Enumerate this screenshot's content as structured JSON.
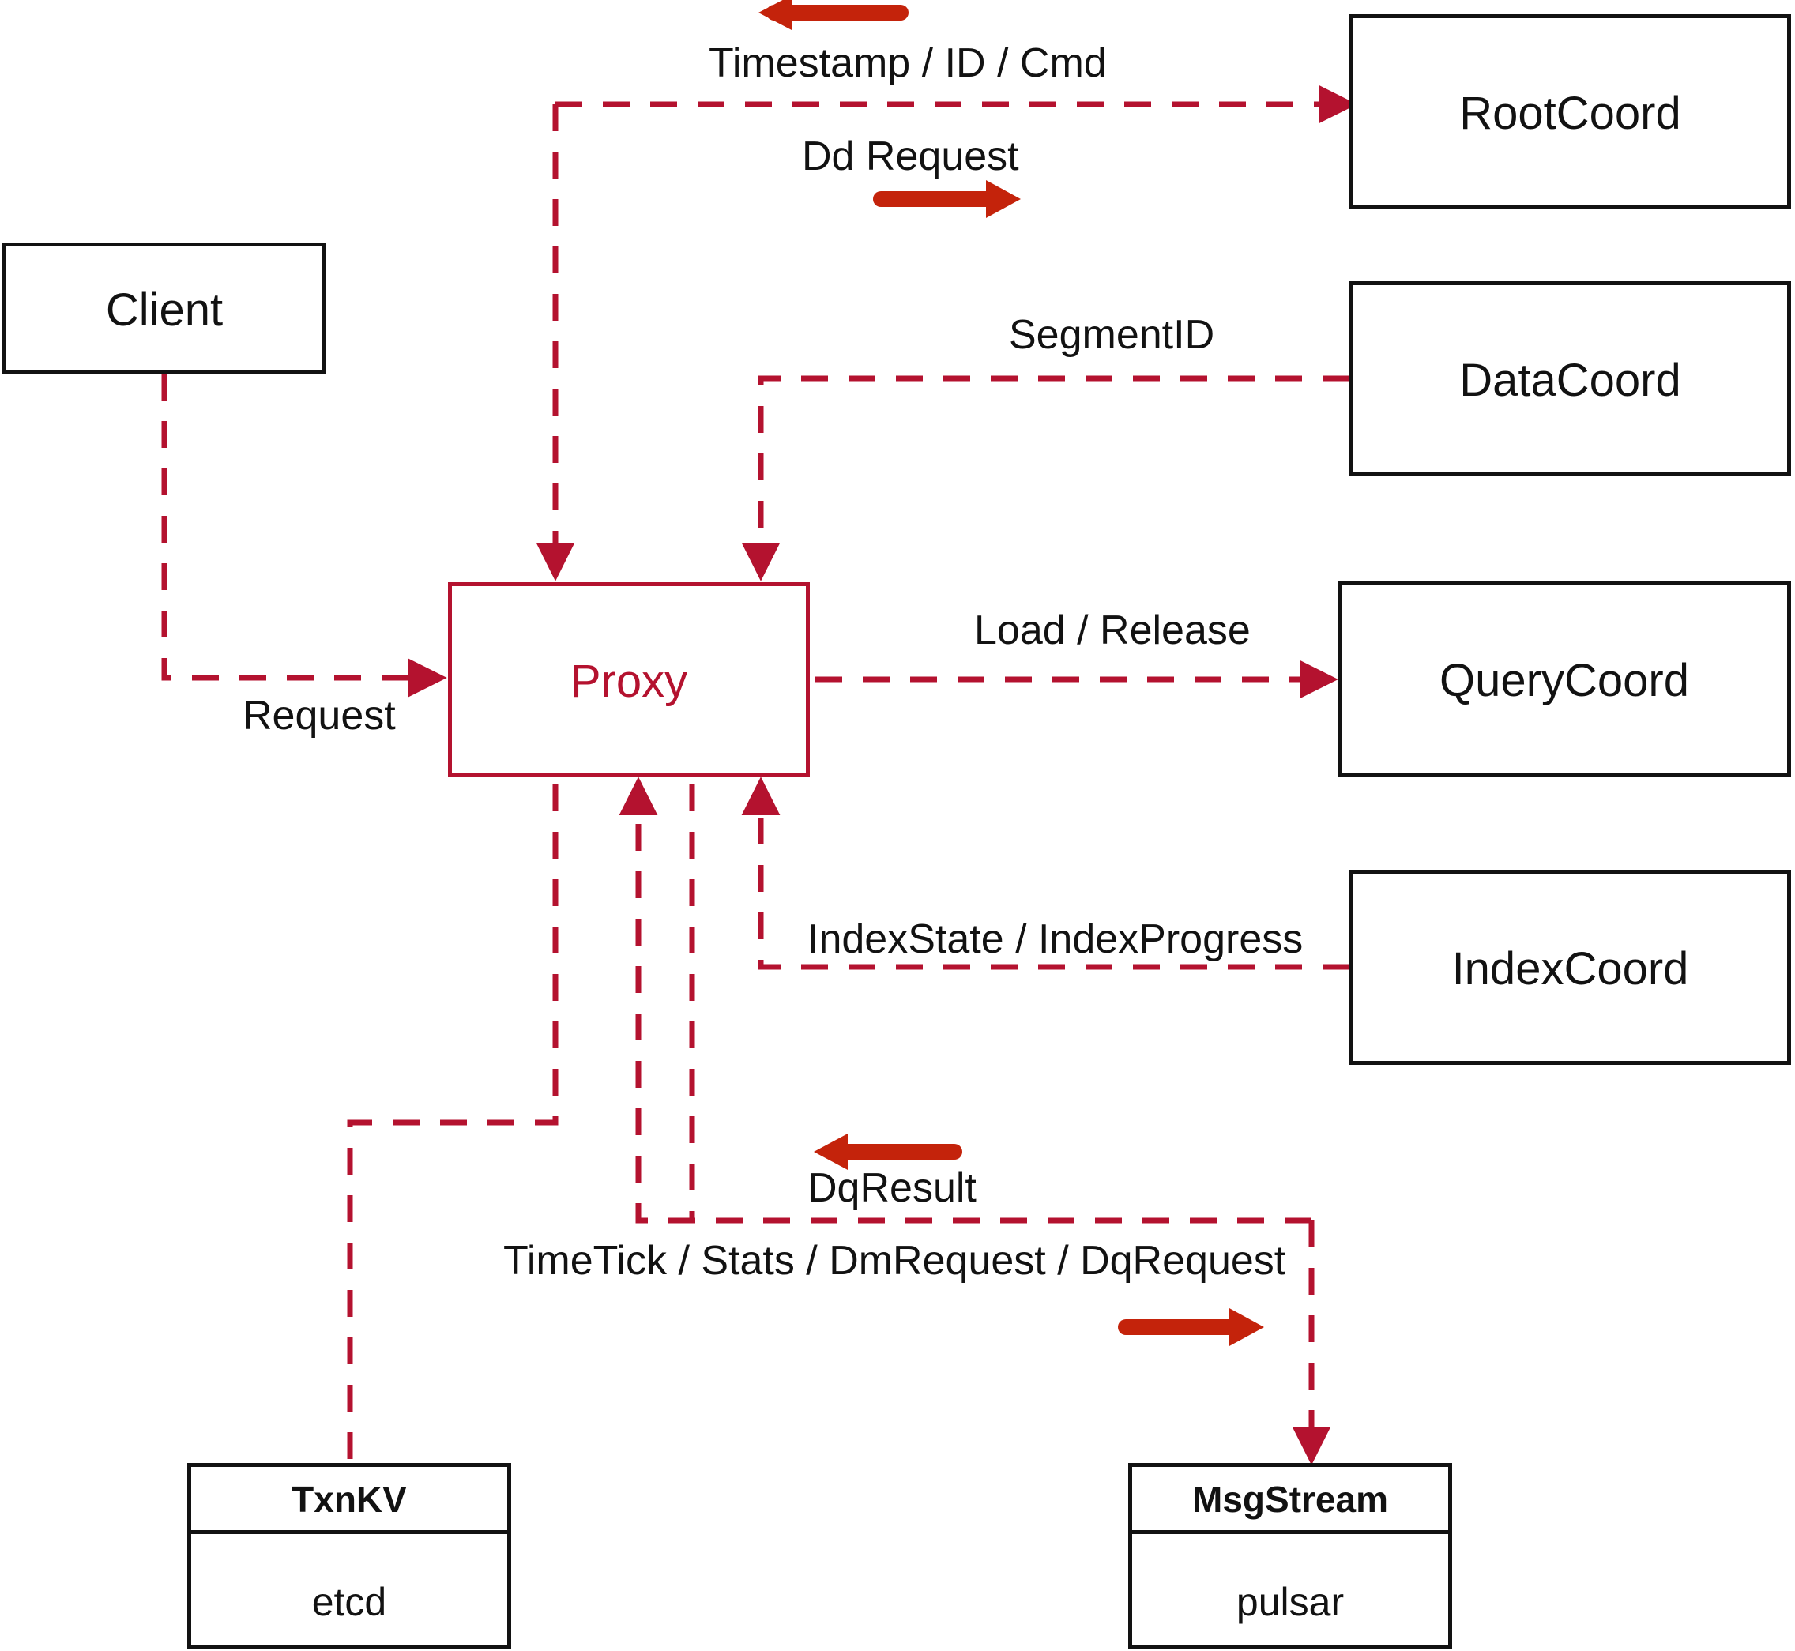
{
  "diagram": {
    "title": "Proxy component interaction diagram",
    "colors": {
      "line": "#B4122F",
      "arrow_glyph": "#C4230B",
      "box_border": "#121212",
      "proxy_border": "#B4122F",
      "proxy_text": "#B4122F",
      "background": "#FFFFFF"
    }
  },
  "nodes": {
    "client": {
      "label": "Client",
      "style": "black-box"
    },
    "proxy": {
      "label": "Proxy",
      "style": "red-box"
    },
    "rootcoord": {
      "label": "RootCoord",
      "style": "black-box"
    },
    "datacoord": {
      "label": "DataCoord",
      "style": "black-box"
    },
    "querycoord": {
      "label": "QueryCoord",
      "style": "black-box"
    },
    "indexcoord": {
      "label": "IndexCoord",
      "style": "black-box"
    },
    "txnkv": {
      "header": "TxnKV",
      "body": "etcd",
      "style": "black-two-part-box"
    },
    "msgstream": {
      "header": "MsgStream",
      "body": "pulsar",
      "style": "black-two-part-box"
    }
  },
  "edges": [
    {
      "id": "client-proxy",
      "label": "Request",
      "from": "client",
      "to": "proxy"
    },
    {
      "id": "proxy-rootcoord",
      "label": "Dd Request",
      "from": "proxy",
      "to": "rootcoord"
    },
    {
      "id": "rootcoord-proxy",
      "label": "Timestamp / ID / Cmd",
      "from": "rootcoord",
      "to": "proxy"
    },
    {
      "id": "datacoord-proxy",
      "label": "SegmentID",
      "from": "datacoord",
      "to": "proxy"
    },
    {
      "id": "proxy-querycoord",
      "label": "Load / Release",
      "from": "proxy",
      "to": "querycoord"
    },
    {
      "id": "indexcoord-proxy",
      "label": "IndexState / IndexProgress",
      "from": "indexcoord",
      "to": "proxy"
    },
    {
      "id": "msgstream-proxy",
      "label": "DqResult",
      "from": "msgstream",
      "to": "proxy"
    },
    {
      "id": "proxy-msgstream",
      "label": "TimeTick / Stats / DmRequest / DqRequest",
      "from": "proxy",
      "to": "msgstream"
    },
    {
      "id": "proxy-txnkv",
      "label": "",
      "from": "proxy",
      "to": "txnkv"
    }
  ]
}
